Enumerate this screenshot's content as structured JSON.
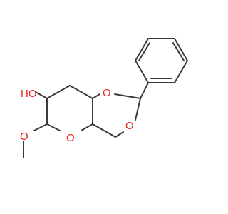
{
  "colors": {
    "bond": "#3a3a3a",
    "oxygen": "#e8231c",
    "background": "#ffffff"
  },
  "atoms": {
    "hydroxyl_label": "HO",
    "ring_oxygen_top_label": "O",
    "ring_oxygen_right_label": "O",
    "ring_oxygen_pyran_label": "O",
    "methoxy_oxygen_label": "O"
  }
}
